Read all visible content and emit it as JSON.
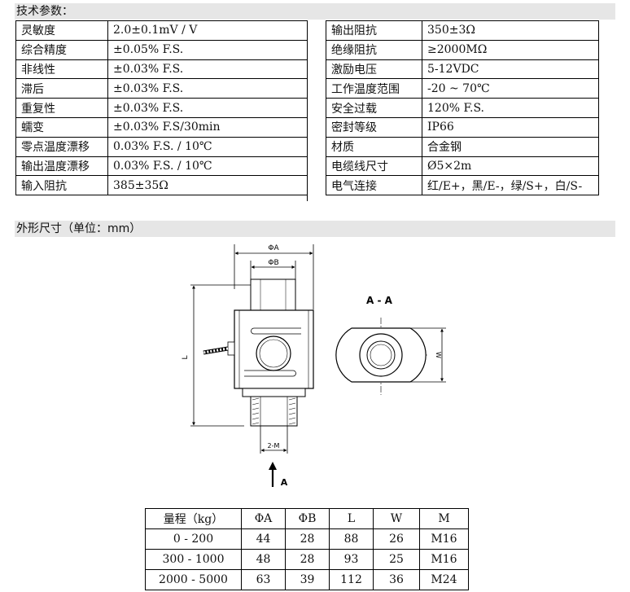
{
  "sections": {
    "tech_params": "技术参数：",
    "dimensions": "外形尺寸（单位：mm）"
  },
  "specs_left": [
    {
      "label": "灵敏度",
      "value": "2.0±0.1mV / V"
    },
    {
      "label": "综合精度",
      "value": "±0.05% F.S."
    },
    {
      "label": "非线性",
      "value": "±0.03% F.S."
    },
    {
      "label": "滞后",
      "value": "±0.03% F.S."
    },
    {
      "label": "重复性",
      "value": "±0.03% F.S."
    },
    {
      "label": "蠕变",
      "value": "±0.03% F.S/30min"
    },
    {
      "label": "零点温度漂移",
      "value": "0.03% F.S. / 10℃"
    },
    {
      "label": "输出温度漂移",
      "value": "0.03% F.S. / 10℃"
    },
    {
      "label": "输入阻抗",
      "value": "385±35Ω"
    }
  ],
  "specs_right": [
    {
      "label": "输出阻抗",
      "value": "350±3Ω"
    },
    {
      "label": "绝缘阻抗",
      "value": "≥2000MΩ"
    },
    {
      "label": "激励电压",
      "value": "5-12VDC"
    },
    {
      "label": "工作温度范围",
      "value": "-20 ~ 70℃"
    },
    {
      "label": "安全过载",
      "value": "120% F.S."
    },
    {
      "label": "密封等级",
      "value": "IP66"
    },
    {
      "label": "材质",
      "value": "合金钢"
    },
    {
      "label": "电缆线尺寸",
      "value": "Ø5×2m"
    },
    {
      "label": "电气连接",
      "value": "红/E+，黑/E-，绿/S+，白/S-"
    }
  ],
  "drawing_labels": {
    "phi_a": "ΦA",
    "phi_b": "ΦB",
    "length": "L",
    "width": "W",
    "thread": "2-M",
    "section": "A - A",
    "view": "A"
  },
  "dims_table": {
    "headers": [
      "量程（kg）",
      "ΦA",
      "ΦB",
      "L",
      "W",
      "M"
    ],
    "rows": [
      [
        "0 - 200",
        "44",
        "28",
        "88",
        "26",
        "M16"
      ],
      [
        "300 - 1000",
        "48",
        "28",
        "93",
        "25",
        "M16"
      ],
      [
        "2000 - 5000",
        "63",
        "39",
        "112",
        "36",
        "M24"
      ]
    ]
  }
}
